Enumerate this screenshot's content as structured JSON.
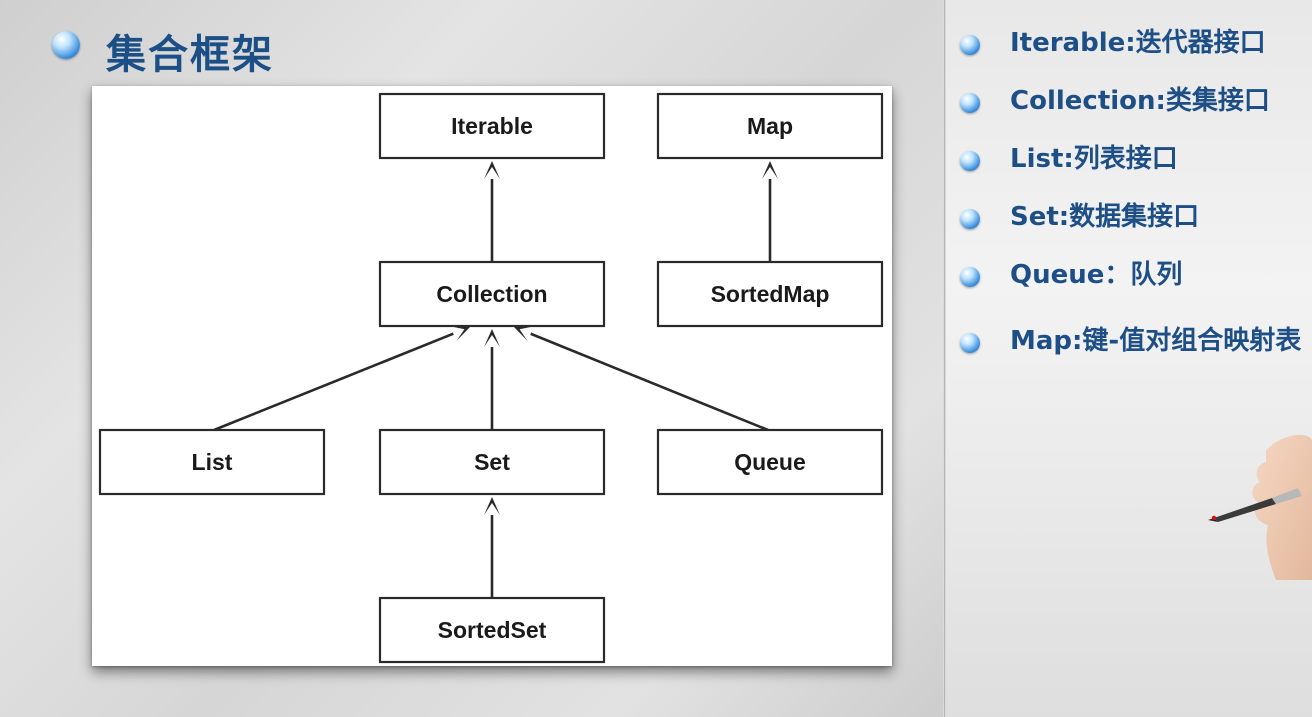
{
  "title": "集合框架",
  "diagram": {
    "nodes": [
      {
        "id": "iterable",
        "label": "Iterable"
      },
      {
        "id": "map",
        "label": "Map"
      },
      {
        "id": "collection",
        "label": "Collection"
      },
      {
        "id": "sortedmap",
        "label": "SortedMap"
      },
      {
        "id": "list",
        "label": "List"
      },
      {
        "id": "set",
        "label": "Set"
      },
      {
        "id": "queue",
        "label": "Queue"
      },
      {
        "id": "sortedset",
        "label": "SortedSet"
      }
    ],
    "edges": [
      {
        "from": "collection",
        "to": "iterable"
      },
      {
        "from": "sortedmap",
        "to": "map"
      },
      {
        "from": "list",
        "to": "collection"
      },
      {
        "from": "set",
        "to": "collection"
      },
      {
        "from": "queue",
        "to": "collection"
      },
      {
        "from": "sortedset",
        "to": "set"
      }
    ]
  },
  "legend": [
    "Iterable:迭代器接口",
    "Collection:类集接口",
    "List:列表接口",
    "Set:数据集接口",
    "Queue：队列",
    "Map:键-值对组合映射表"
  ],
  "colors": {
    "heading": "#1c4f86",
    "bullet": "#3b8fdc",
    "diagram_line": "#2a2a2a"
  },
  "icons": {
    "bullet": "round-blue-bullet-icon",
    "decoration": "hand-holding-pen-icon"
  }
}
